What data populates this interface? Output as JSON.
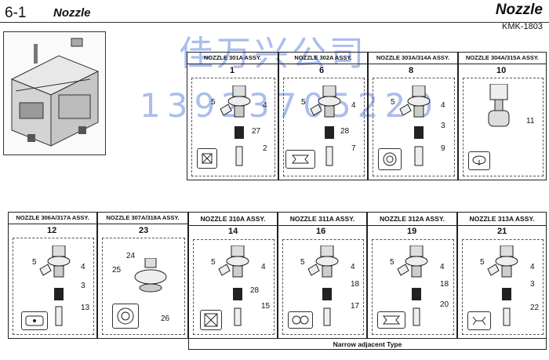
{
  "header": {
    "section": "6-1",
    "section_name": "Nozzle",
    "title": "Nozzle",
    "code": "KMK-1803"
  },
  "watermark": {
    "line1": "佳万兴公司",
    "line2": "13923705220"
  },
  "top_row": [
    {
      "title": "NOZZLE 301A ASSY.",
      "top": "1",
      "a": "5",
      "b": "4",
      "c": "27",
      "d": "2"
    },
    {
      "title": "NOZZLE 302A ASSY.",
      "top": "6",
      "a": "5",
      "b": "4",
      "c": "28",
      "d": "7"
    },
    {
      "title": "NOZZLE 303A/314A ASSY.",
      "top": "8",
      "a": "5",
      "b": "4",
      "c": "3",
      "d": "9"
    },
    {
      "title": "NOZZLE 304A/315A ASSY.",
      "top": "10",
      "a": "11"
    }
  ],
  "bottom_row": [
    {
      "title": "NOZZLE 306A/317A ASSY.",
      "top": "12",
      "a": "5",
      "b": "4",
      "c": "3",
      "d": "13"
    },
    {
      "title": "NOZZLE 307A/318A ASSY.",
      "top": "23",
      "a": "24",
      "b": "25",
      "c": "26"
    },
    {
      "title": "NOZZLE 310A ASSY.",
      "top": "14",
      "a": "5",
      "b": "4",
      "c": "28",
      "d": "15"
    },
    {
      "title": "NOZZLE 311A ASSY.",
      "top": "16",
      "a": "5",
      "b": "4",
      "c": "18",
      "d": "17"
    },
    {
      "title": "NOZZLE 312A ASSY.",
      "top": "19",
      "a": "5",
      "b": "4",
      "c": "18",
      "d": "20"
    },
    {
      "title": "NOZZLE 313A ASSY.",
      "top": "21",
      "a": "5",
      "b": "4",
      "c": "3",
      "d": "22"
    }
  ],
  "footer": {
    "narrow_label": "Narrow adjacent Type"
  }
}
